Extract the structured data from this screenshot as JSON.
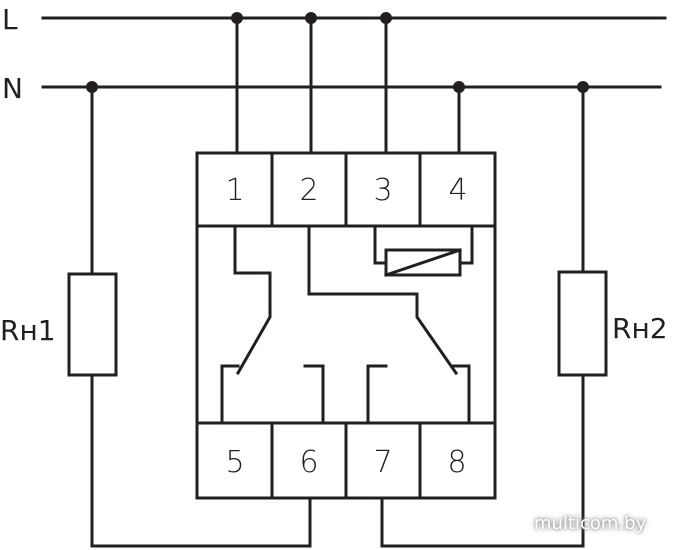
{
  "lines": {
    "live": "L",
    "neutral": "N"
  },
  "loads": {
    "load1": "Rн1",
    "load2": "Rн2"
  },
  "terminals": [
    "1",
    "2",
    "3",
    "4",
    "5",
    "6",
    "7",
    "8"
  ],
  "watermark": "multicom.by"
}
